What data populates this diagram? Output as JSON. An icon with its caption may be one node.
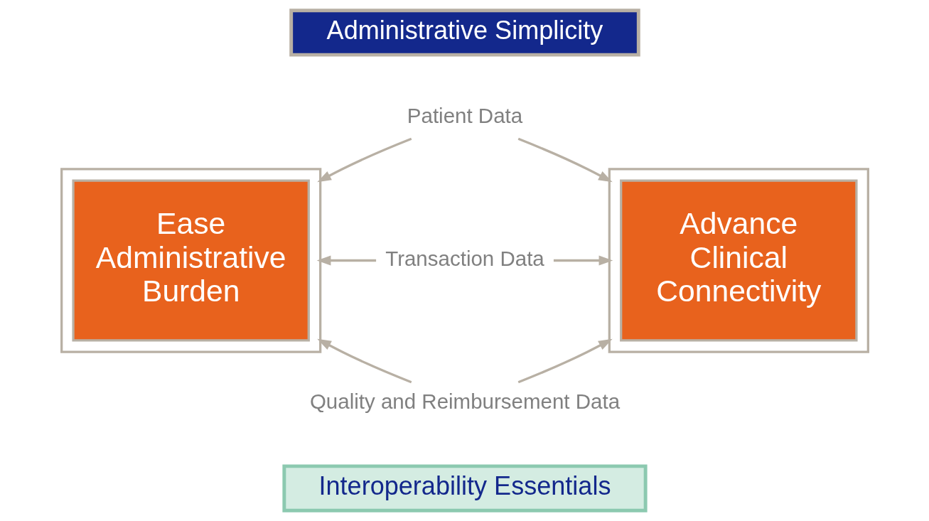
{
  "diagram": {
    "nodes": [
      {
        "text": [
          "Administrative Simplicity"
        ]
      },
      {
        "text": [
          "Patient Data"
        ]
      },
      {
        "text": [],
        "shape": "box"
      },
      {
        "text": [
          "Ease Administrative Burden"
        ],
        "in": 2
      },
      {
        "text": [
          "Transaction Data"
        ]
      },
      {
        "text": [],
        "shape": "box"
      },
      {
        "text": [
          "Advance Clinical Connectivity"
        ],
        "in": 5
      },
      {
        "text": [
          "Quality and Reimbursement Data"
        ]
      },
      {
        "text": [
          "Interoperability Essentials"
        ]
      }
    ],
    "edges": [
      {
        "from": 1,
        "to": 2,
        "arrow": "to"
      },
      {
        "from": 1,
        "to": 5,
        "arrow": "to"
      },
      {
        "from": 4,
        "to": 2,
        "arrow": "to"
      },
      {
        "from": 4,
        "to": 5,
        "arrow": "to"
      },
      {
        "from": 7,
        "to": 2,
        "arrow": "to"
      },
      {
        "from": 7,
        "to": 5,
        "arrow": "to"
      }
    ]
  }
}
